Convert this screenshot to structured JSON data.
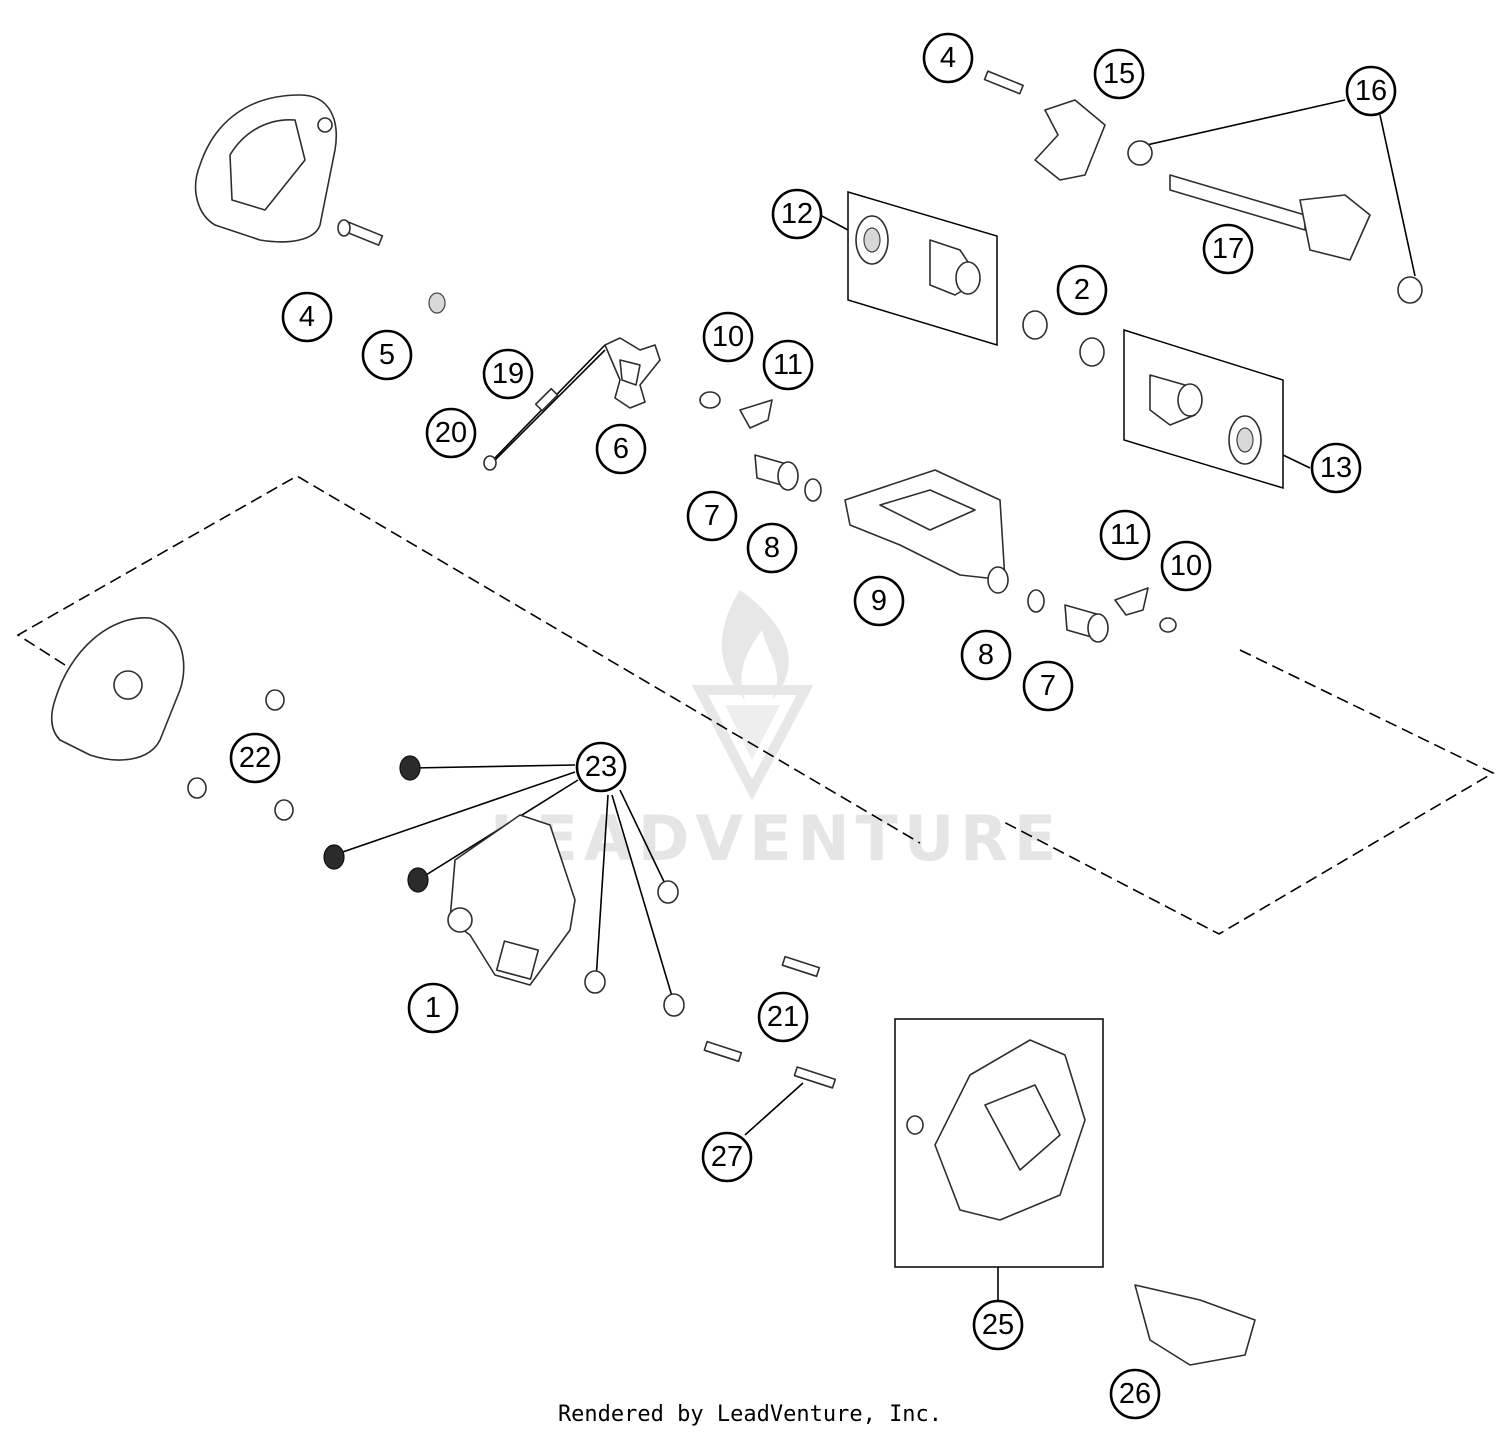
{
  "callouts": [
    {
      "label": "4"
    },
    {
      "label": "15"
    },
    {
      "label": "16"
    },
    {
      "label": "12"
    },
    {
      "label": "17"
    },
    {
      "label": "2"
    },
    {
      "label": "4"
    },
    {
      "label": "5"
    },
    {
      "label": "19"
    },
    {
      "label": "10"
    },
    {
      "label": "11"
    },
    {
      "label": "20"
    },
    {
      "label": "6"
    },
    {
      "label": "13"
    },
    {
      "label": "7"
    },
    {
      "label": "8"
    },
    {
      "label": "11"
    },
    {
      "label": "10"
    },
    {
      "label": "9"
    },
    {
      "label": "8"
    },
    {
      "label": "7"
    },
    {
      "label": "22"
    },
    {
      "label": "23"
    },
    {
      "label": "1"
    },
    {
      "label": "21"
    },
    {
      "label": "27"
    },
    {
      "label": "25"
    },
    {
      "label": "26"
    }
  ],
  "watermark": {
    "text": "LEADVENTURE"
  },
  "footer": {
    "credit": "Rendered by LeadVenture, Inc."
  }
}
